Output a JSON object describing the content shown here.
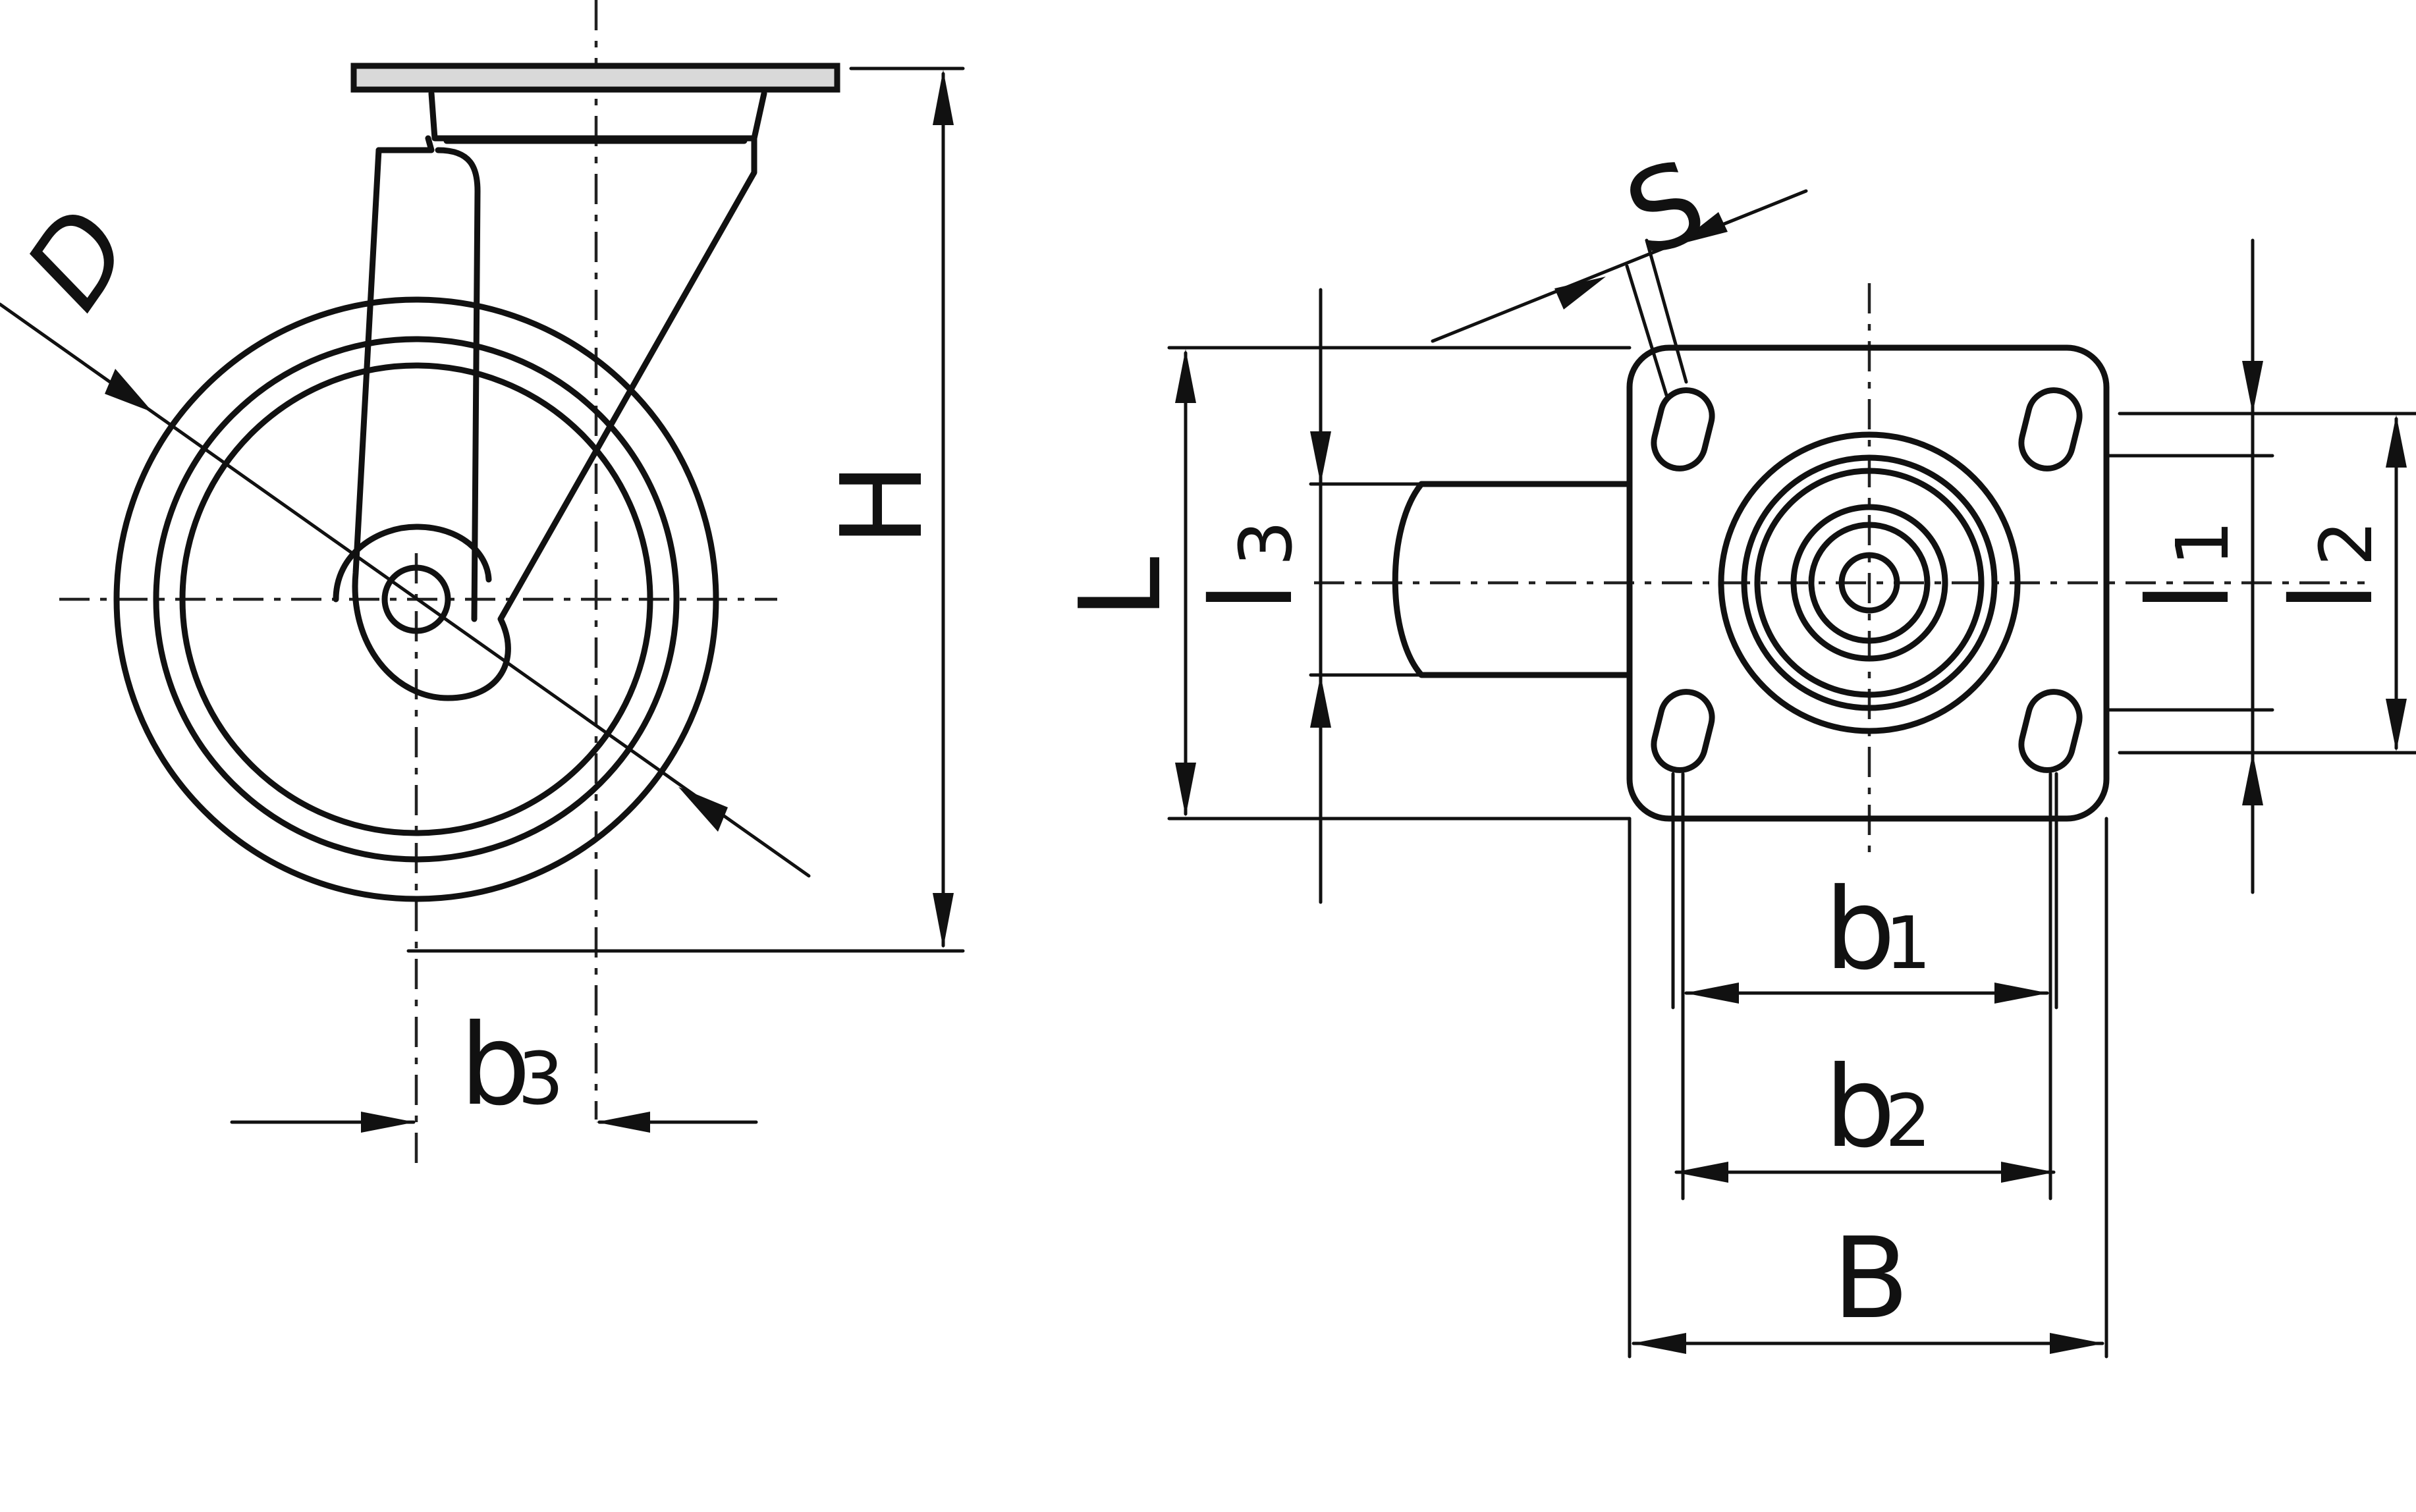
{
  "side_view": {
    "labels": {
      "diameter": "D",
      "height": "H",
      "offset_letter": "b",
      "offset_index": "3"
    }
  },
  "top_view": {
    "labels": {
      "slot": "S",
      "length": "L",
      "l3_letter": "l",
      "l3_index": "3",
      "l1_letter": "l",
      "l1_index": "1",
      "l2_letter": "l",
      "l2_index": "2",
      "b1_letter": "b",
      "b1_index": "1",
      "b2_letter": "b",
      "b2_index": "2",
      "width": "B"
    }
  }
}
